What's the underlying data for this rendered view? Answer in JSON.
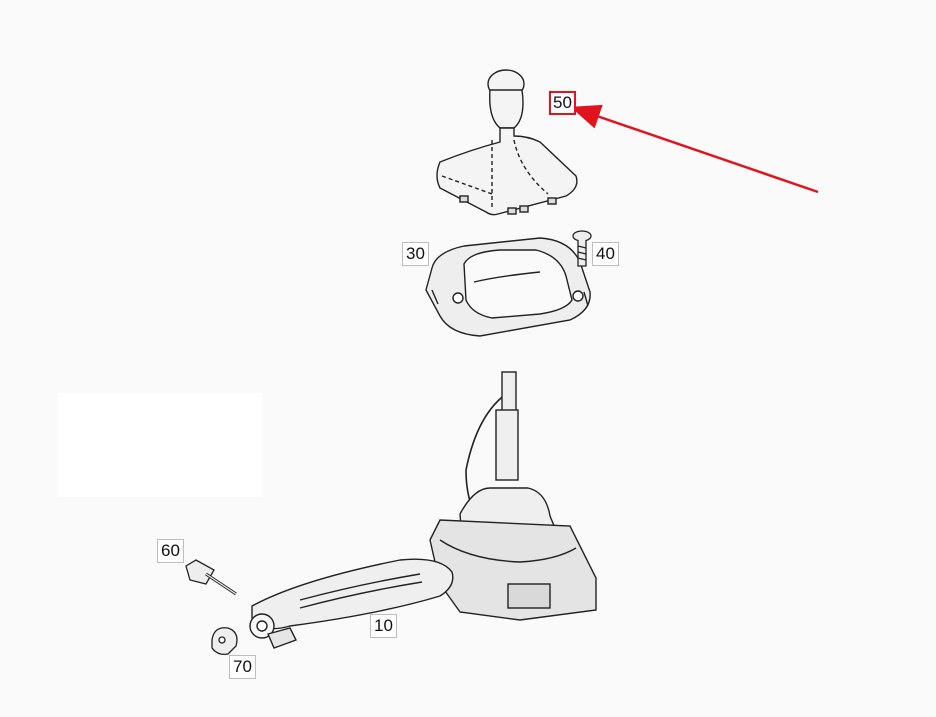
{
  "diagram": {
    "labels": {
      "p50": "50",
      "p30": "30",
      "p40": "40",
      "p60": "60",
      "p10": "10",
      "p70": "70"
    },
    "highlight_color": "#e0141e",
    "arrow_color": "#e0141e"
  }
}
